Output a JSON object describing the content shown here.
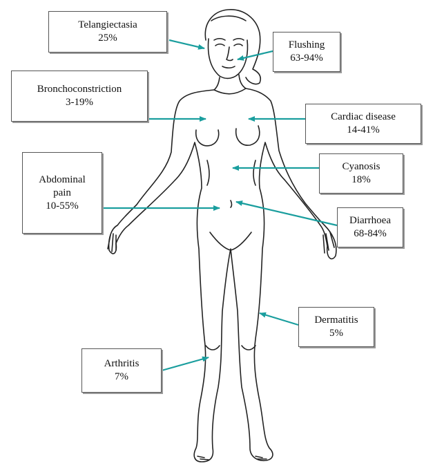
{
  "colors": {
    "arrow": "#1a9e9e",
    "outline": "#222222",
    "box_border": "#555555"
  },
  "body_figure": "female body outline",
  "annotations": [
    {
      "id": "telangiectasia",
      "lines": [
        "Telangiectasia",
        "25%"
      ]
    },
    {
      "id": "flushing",
      "lines": [
        "Flushing",
        "63-94%"
      ]
    },
    {
      "id": "bronchoconstriction",
      "lines": [
        "Bronchoconstriction",
        "3-19%"
      ]
    },
    {
      "id": "cardiac",
      "lines": [
        "Cardiac disease",
        "14-41%"
      ]
    },
    {
      "id": "abdominal",
      "lines": [
        "Abdominal",
        "pain",
        "10-55%"
      ]
    },
    {
      "id": "cyanosis",
      "lines": [
        "Cyanosis",
        "18%"
      ]
    },
    {
      "id": "diarrhoea",
      "lines": [
        "Diarrhoea",
        "68-84%"
      ]
    },
    {
      "id": "dermatitis",
      "lines": [
        "Dermatitis",
        "5%"
      ]
    },
    {
      "id": "arthritis",
      "lines": [
        "Arthritis",
        "7%"
      ]
    }
  ]
}
